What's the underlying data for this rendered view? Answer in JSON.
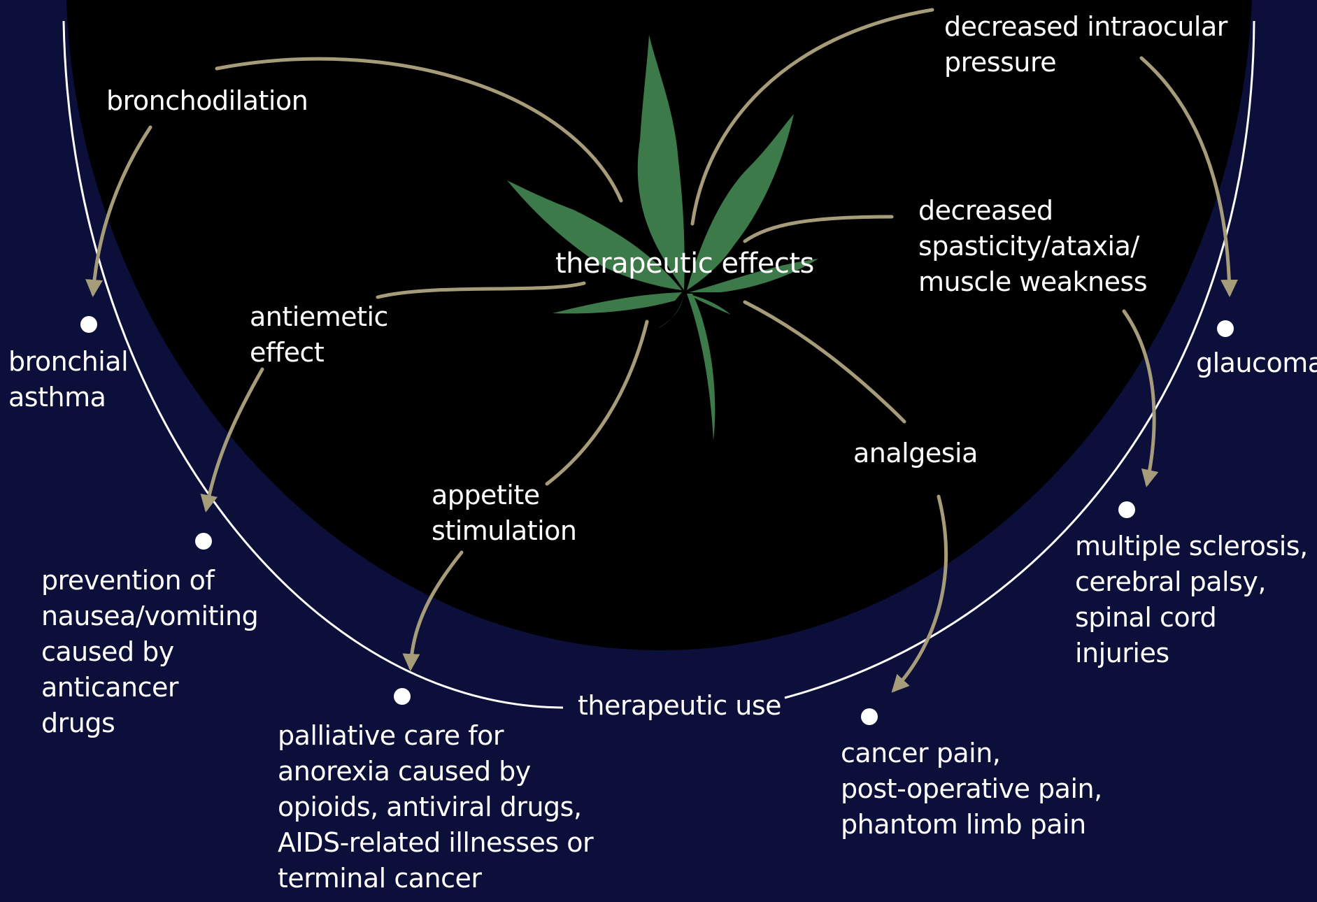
{
  "colors": {
    "background": "#0b0f3a",
    "inner_region": "#000000",
    "arrows": "#a79c7a",
    "leaf": "#3d7a4a",
    "text": "#ffffff",
    "circle_line": "#ffffff"
  },
  "center": {
    "label": "therapeutic effects",
    "icon": "cannabis-leaf-icon"
  },
  "ring_label": "therapeutic use",
  "effects": {
    "bronchodilation": "bronchodilation",
    "intraocular": "decreased intraocular\npressure",
    "spasticity": "decreased\nspasticity/ataxia/\nmuscle weakness",
    "antiemetic": "antiemetic\neffect",
    "appetite": "appetite\nstimulation",
    "analgesia": "analgesia"
  },
  "uses": {
    "asthma": "bronchial\nasthma",
    "glaucoma": "glaucoma",
    "ms": "multiple sclerosis,\ncerebral palsy,\nspinal cord\ninjuries",
    "nausea": "prevention of\nnausea/vomiting\ncaused by\nanticancer\ndrugs",
    "palliative": "palliative care for\nanorexia caused by\nopioids, antiviral drugs,\nAIDS-related illnesses or\nterminal cancer",
    "pain": "cancer pain,\npost-operative pain,\nphantom limb pain"
  }
}
